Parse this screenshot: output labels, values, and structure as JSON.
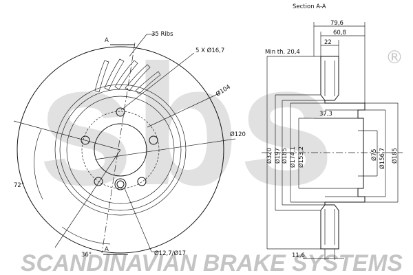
{
  "watermark": {
    "logo_text": "sbs",
    "registered_mark": "®",
    "company_name": "SCANDINAVIAN BRAKE SYSTEMS"
  },
  "front_view": {
    "section_marker_top": "A",
    "section_marker_bottom": "A",
    "ribs_label": "35 Ribs",
    "bolt_holes_label": "5 X Ø16,7",
    "pcd_label": "Ø104",
    "centre_bore_label": "Ø120",
    "hub_hole_label": "Ø12,7/Ø17",
    "angle_72_label": "72°",
    "angle_36_label": "36°"
  },
  "section_view": {
    "title": "Section A-A",
    "min_thickness_label": "Min th. 20,4",
    "width_79_label": "79,6",
    "width_60_label": "60,8",
    "thickness_22_label": "22",
    "offset_37_label": "37,3",
    "thickness_11_label": "11,6",
    "diameters": {
      "d320": "Ø320",
      "d197": "Ø197",
      "d185": "Ø185",
      "d174": "Ø174,1",
      "d153": "Ø153,2",
      "d75": "Ø75",
      "d156": "Ø156,7",
      "d185_right": "Ø185"
    }
  }
}
